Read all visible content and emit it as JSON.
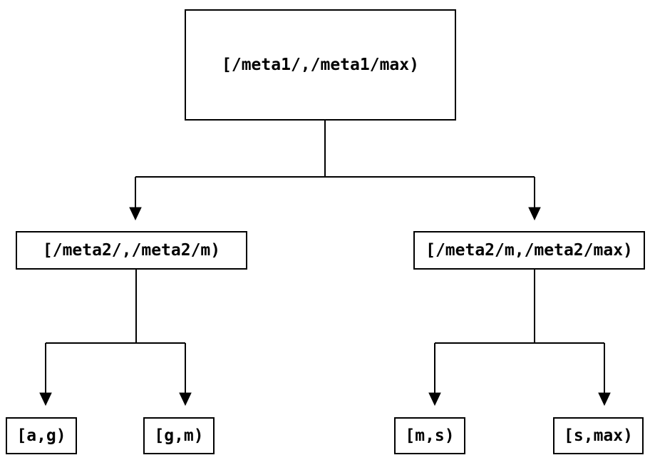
{
  "diagram": {
    "type": "tree",
    "background_color": "#ffffff",
    "line_color": "#000000",
    "nodes": {
      "root": {
        "label": "[/meta1/,/meta1/max)"
      },
      "left_child": {
        "label": "[/meta2/,/meta2/m)"
      },
      "right_child": {
        "label": "[/meta2/m,/meta2/max)"
      },
      "leaf_a_g": {
        "label": "[a,g)"
      },
      "leaf_g_m": {
        "label": "[g,m)"
      },
      "leaf_m_s": {
        "label": "[m,s)"
      },
      "leaf_s_max": {
        "label": "[s,max)"
      }
    },
    "edges": [
      {
        "from": "root",
        "to": "left_child"
      },
      {
        "from": "root",
        "to": "right_child"
      },
      {
        "from": "left_child",
        "to": "leaf_a_g"
      },
      {
        "from": "left_child",
        "to": "leaf_g_m"
      },
      {
        "from": "right_child",
        "to": "leaf_m_s"
      },
      {
        "from": "right_child",
        "to": "leaf_s_max"
      }
    ]
  }
}
